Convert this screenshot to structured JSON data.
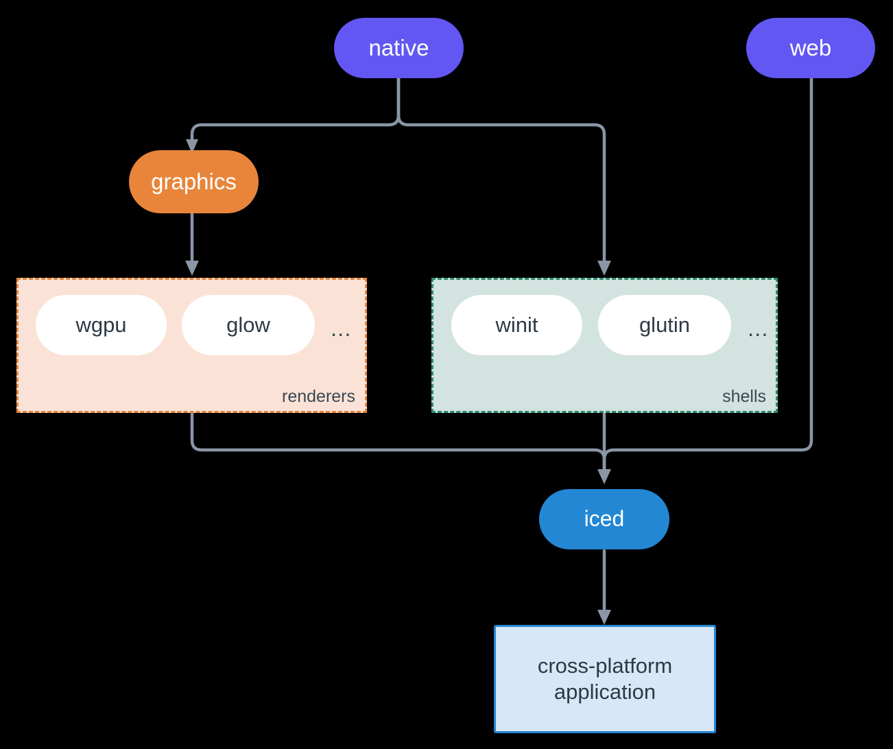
{
  "diagram": {
    "type": "flowchart",
    "direction": "top-down",
    "background": "#000000",
    "edge_color": "#8a96a6"
  },
  "nodes": {
    "native": {
      "label": "native",
      "shape": "stadium",
      "fill": "#6257F2",
      "text_color": "#ffffff"
    },
    "web": {
      "label": "web",
      "shape": "stadium",
      "fill": "#6257F2",
      "text_color": "#ffffff"
    },
    "graphics": {
      "label": "graphics",
      "shape": "stadium",
      "fill": "#E8853B",
      "text_color": "#ffffff"
    },
    "iced": {
      "label": "iced",
      "shape": "stadium",
      "fill": "#2387D4",
      "text_color": "#ffffff"
    },
    "application": {
      "label": "cross-platform\napplication",
      "shape": "rectangle",
      "fill": "#D6E8F8",
      "border": "#2387D4",
      "text_color": "#2d3a45"
    }
  },
  "clusters": {
    "renderers": {
      "title": "renderers",
      "fill": "#FAE3D6",
      "border": "#E8853B",
      "items": [
        {
          "label": "wgpu"
        },
        {
          "label": "glow"
        }
      ],
      "overflow": "..."
    },
    "shells": {
      "title": "shells",
      "fill": "#D3E3DF",
      "border": "#2E8B72",
      "items": [
        {
          "label": "winit"
        },
        {
          "label": "glutin"
        }
      ],
      "overflow": "..."
    }
  },
  "edges": [
    {
      "from": "native",
      "to": "graphics"
    },
    {
      "from": "native",
      "to": "shells"
    },
    {
      "from": "graphics",
      "to": "renderers"
    },
    {
      "from": "renderers",
      "to": "iced"
    },
    {
      "from": "shells",
      "to": "iced"
    },
    {
      "from": "web",
      "to": "iced"
    },
    {
      "from": "iced",
      "to": "application"
    }
  ]
}
